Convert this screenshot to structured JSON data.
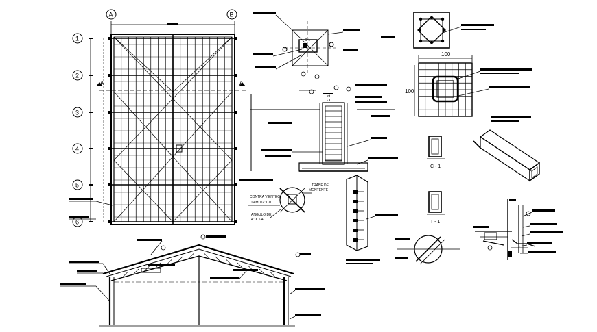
{
  "plan": {
    "grid_letters": [
      "A",
      "B"
    ],
    "grid_numbers": [
      "1",
      "2",
      "3",
      "4",
      "5",
      "6"
    ],
    "section_mark": "A"
  },
  "details": {
    "col_label_top": "C-1",
    "col_label_c1": "C - 1",
    "col_label_t1": "T - 1",
    "dim_100_h": "100",
    "dim_100_v": "100"
  },
  "notes": {
    "contraviento": "CONTRA VIENTEO",
    "contraviento_dim": "DIAM 1/2\" CD",
    "angulo": "ANGULO DE",
    "angulo_dim": "4\" X 1/4",
    "trabe": "TRABE DE",
    "trabe2": "MONTENTE"
  },
  "colors": {
    "ink": "#000000",
    "paper": "#ffffff"
  }
}
